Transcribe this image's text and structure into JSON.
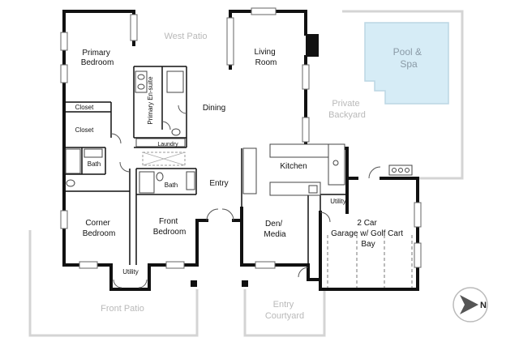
{
  "rooms": {
    "primary_bedroom": [
      "Primary",
      "Bedroom"
    ],
    "primary_ensuite": "Primary En-suite",
    "closet_top": "Closet",
    "closet_bottom": "Closet",
    "bath_left": "Bath",
    "bath_mid": "Bath",
    "laundry": "Laundry",
    "dining": "Dining",
    "living_room": [
      "Living",
      "Room"
    ],
    "kitchen": "Kitchen",
    "entry": "Entry",
    "utility_right": "Utility",
    "corner_bedroom": [
      "Corner",
      "Bedroom"
    ],
    "front_bedroom": [
      "Front",
      "Bedroom"
    ],
    "den_media": [
      "Den/",
      "Media"
    ],
    "garage": [
      "2 Car",
      "Garage w/ Golf Cart",
      "Bay"
    ],
    "utility_bottom": "Utility"
  },
  "exterior": {
    "west_patio": "West Patio",
    "pool_spa": [
      "Pool &",
      "Spa"
    ],
    "private_backyard": [
      "Private",
      "Backyard"
    ],
    "front_patio": "Front Patio",
    "entry_courtyard": [
      "Entry",
      "Courtyard"
    ]
  },
  "compass": {
    "letter": "N"
  },
  "colors": {
    "wall": "#111111",
    "exterior_outline": "#d4d4d4",
    "pool_fill": "#d6ecf6",
    "exterior_text": "#b9b9b9"
  }
}
